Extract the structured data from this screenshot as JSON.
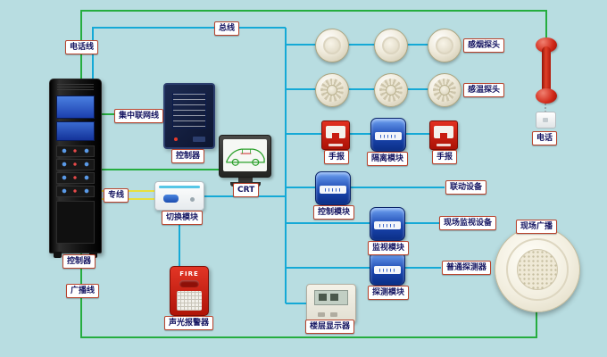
{
  "colors": {
    "background": "#b8dde1",
    "wire_green": "#25ad3f",
    "wire_cyan": "#15a9d6",
    "wire_yellow": "#e8e03c",
    "label_border": "#b8442e",
    "label_text": "#131360",
    "alarm_red": "#d0281c",
    "module_blue": "#1a46b0"
  },
  "labels": {
    "phone_line": "电话线",
    "bus_line": "总线",
    "network_line": "集中联网线",
    "sub_controller": "控制器",
    "crt": "CRT",
    "dedicated_line": "专线",
    "switch_module": "切换模块",
    "main_controller": "控制器",
    "broadcast_line": "广播线",
    "sound_light_alarm": "声光报警器",
    "manual_call_left": "手报",
    "isolation_module": "隔离模块",
    "manual_call_right": "手报",
    "smoke_detector": "感烟探头",
    "heat_detector": "感温探头",
    "telephone": "电话",
    "control_module": "控制模块",
    "linkage_device": "联动设备",
    "monitor_module": "监视模块",
    "site_monitor_device": "现场监视设备",
    "detect_module": "探测模块",
    "ordinary_detector": "普通探测器",
    "floor_display": "楼层显示器",
    "site_broadcast": "现场广播"
  },
  "devices": {
    "fire_alarm_text": "FIRE"
  }
}
